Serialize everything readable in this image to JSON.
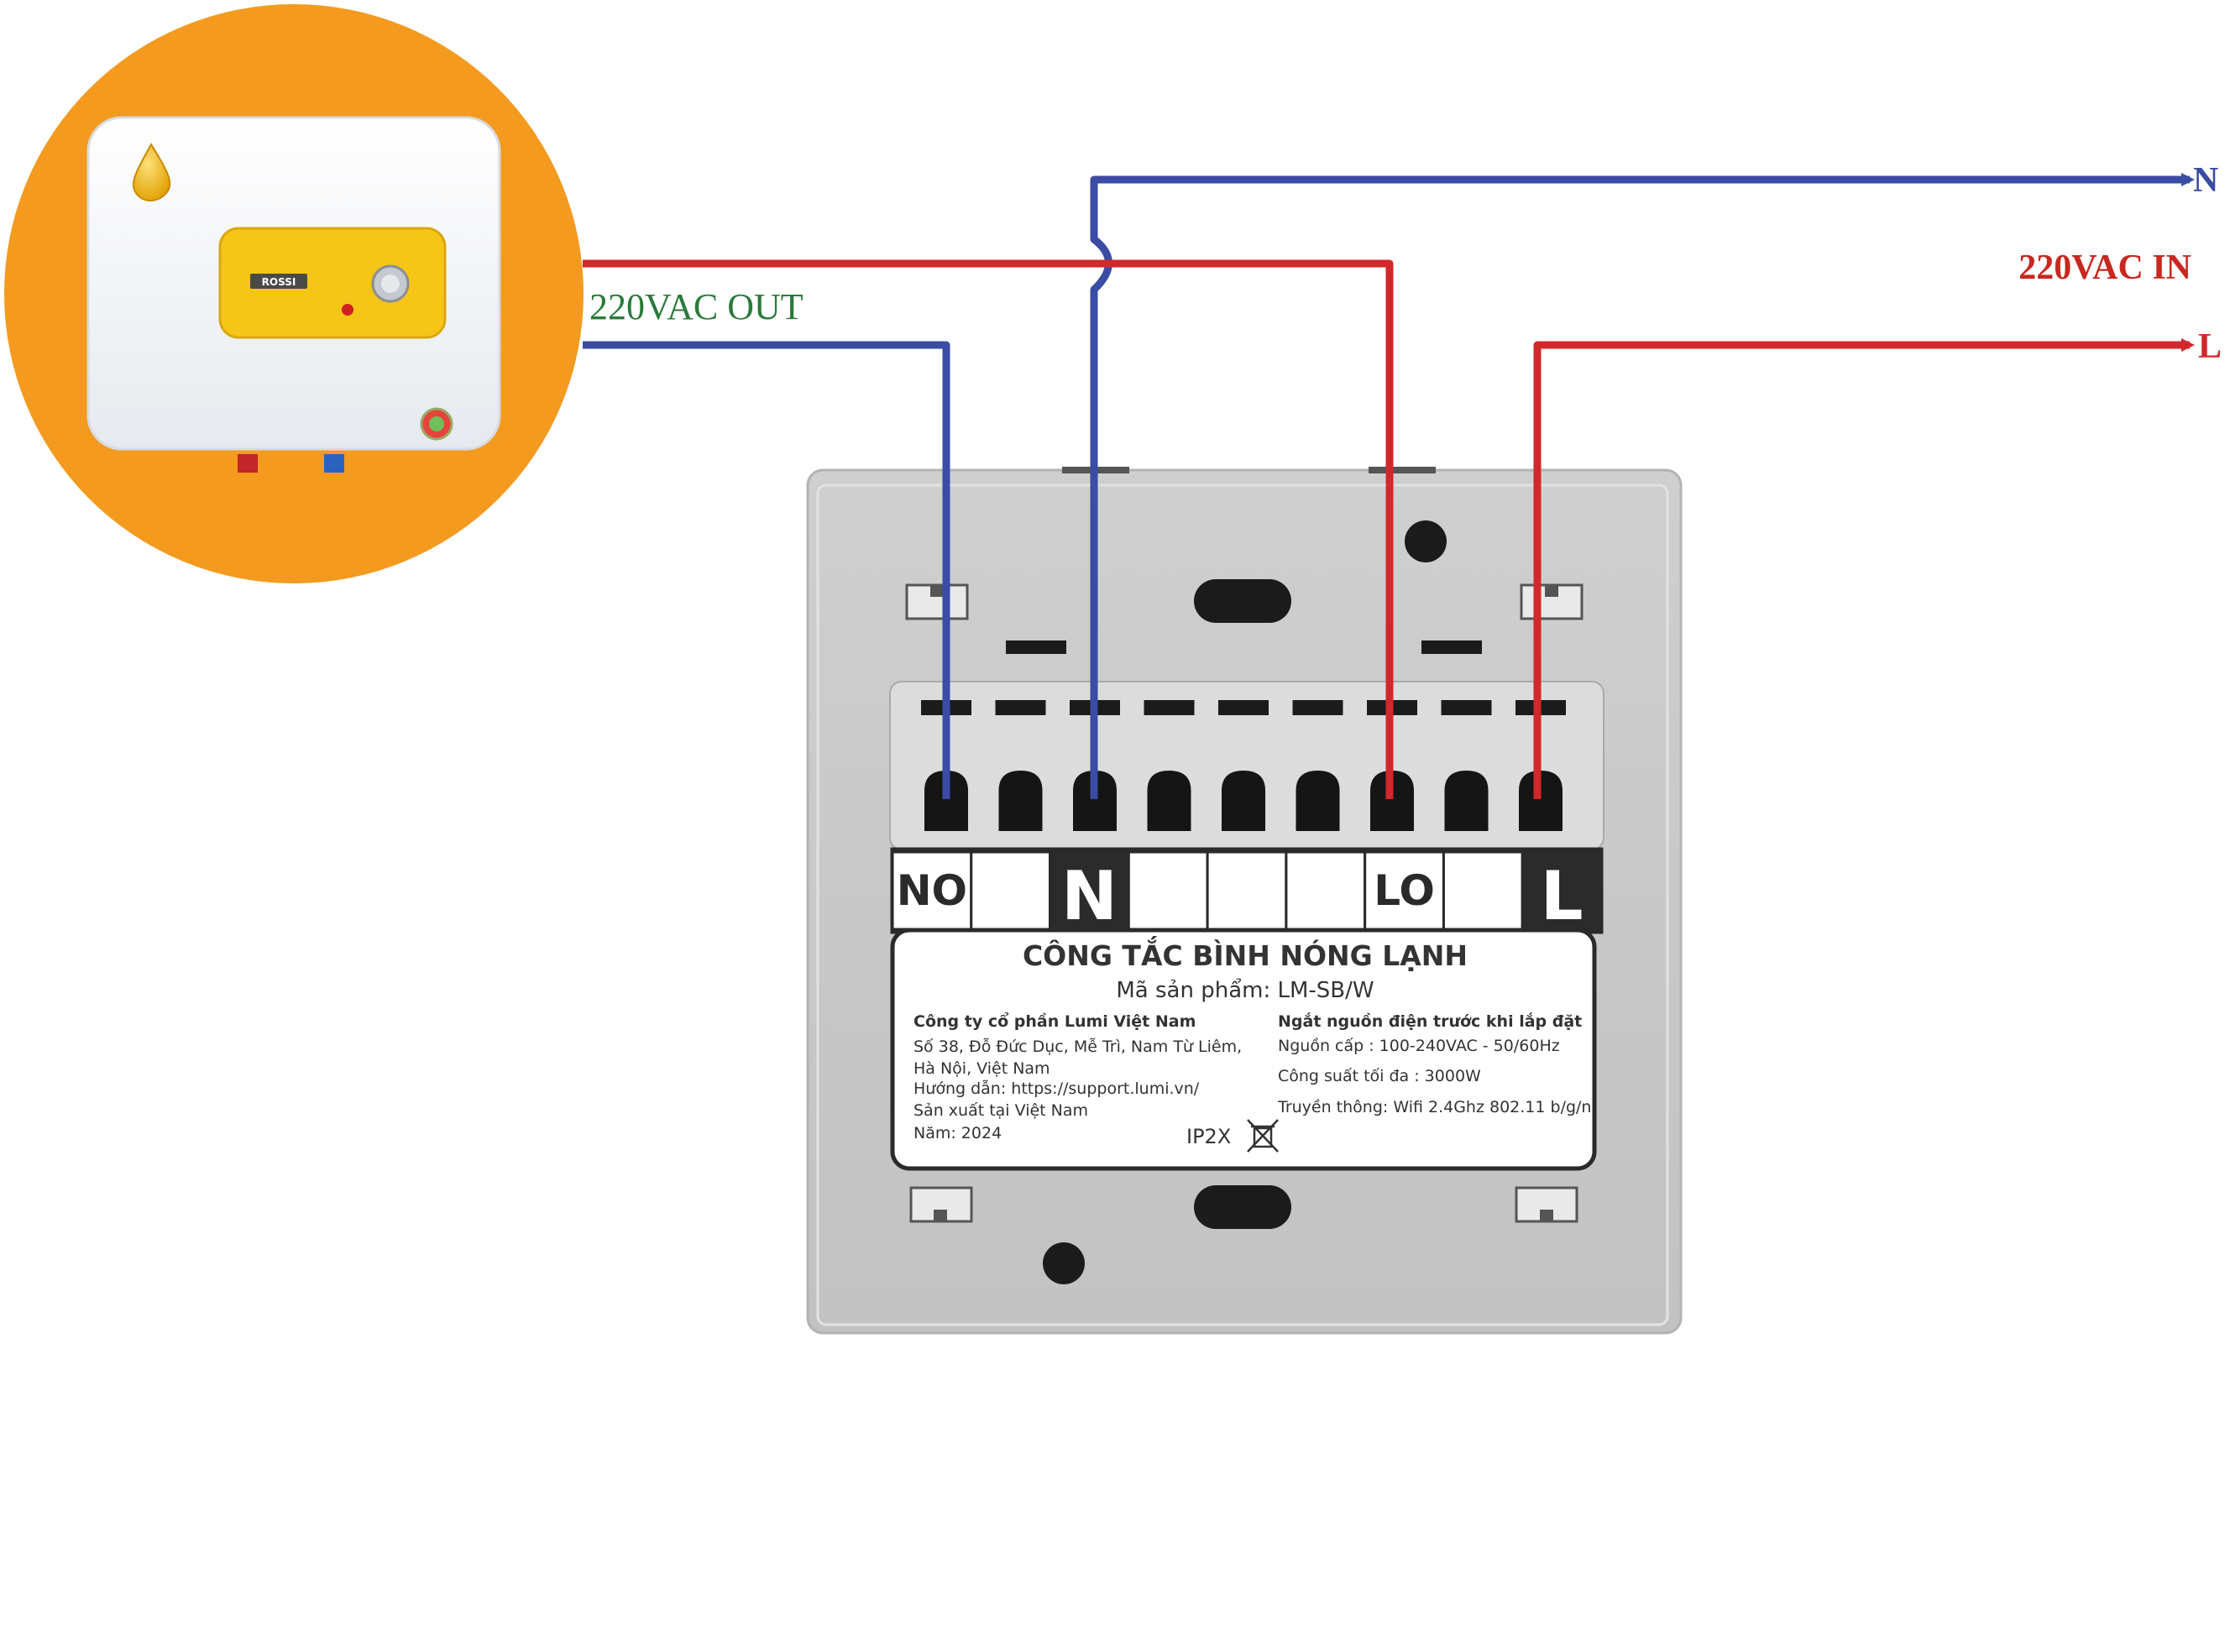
{
  "labels": {
    "n": "N",
    "ac_in": "220VAC IN",
    "l": "L",
    "ac_out": "220VAC OUT"
  },
  "heater": {
    "brand": "ROSSI"
  },
  "terminal_labels": [
    "NO",
    "",
    "N",
    "",
    "",
    "",
    "LO",
    "",
    "L"
  ],
  "panel": {
    "title": "CÔNG TẮC BÌNH NÓNG LẠNH",
    "model": "Mã sản phẩm: LM-SB/W",
    "company": "Công ty cổ phần Lumi Việt Nam",
    "address_1": "Số 38, Đỗ Đức Dục, Mễ Trì, Nam Từ Liêm,",
    "address_2": "Hà Nội, Việt Nam",
    "guide": "Hướng dẫn: https://support.lumi.vn/",
    "made_in": "Sản xuất tại Việt Nam",
    "year": "Năm: 2024",
    "ip": "IP2X",
    "warning": "Ngắt nguồn điện trước khi lắp đặt",
    "power": "Nguồn cấp   : 100-240VAC - 50/60Hz",
    "max_power": "Công suất tối đa  : 3000W",
    "comm": "Truyền thông: Wifi 2.4Ghz 802.11 b/g/n"
  },
  "colors": {
    "neutral_wire": "#3a4ca3",
    "live_wire": "#d1282b",
    "out_label": "#2a7a3a",
    "in_label": "#c8281f",
    "heater_circle": "#f39a1f",
    "panel": "#c9c9c9"
  }
}
